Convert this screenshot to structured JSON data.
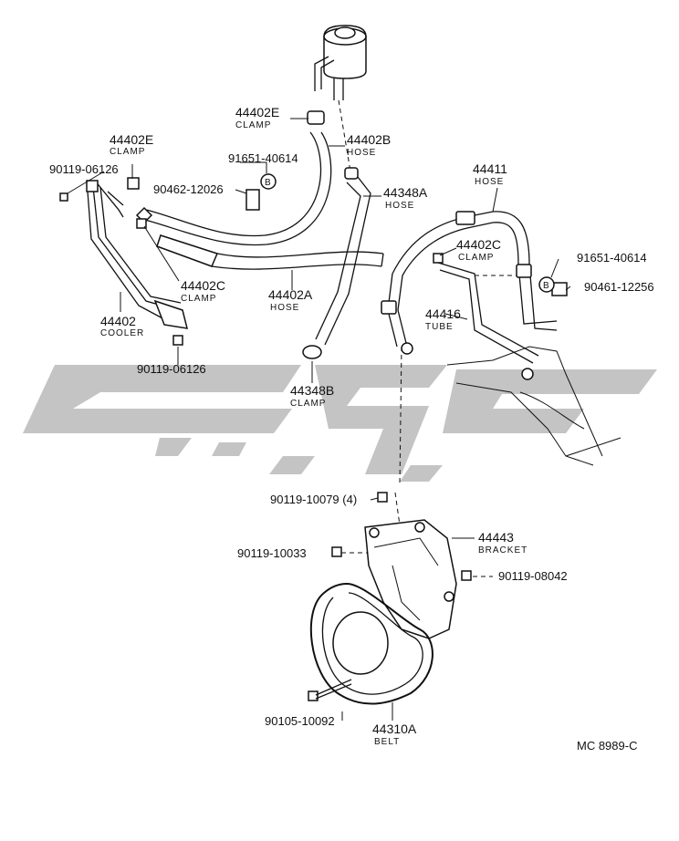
{
  "diagram": {
    "code": "MC 8989-C",
    "parts": [
      {
        "id": "p1",
        "number": "44402E",
        "name": "CLAMP"
      },
      {
        "id": "p2",
        "number": "44402B",
        "name": "HOSE"
      },
      {
        "id": "p3",
        "number": "44402E",
        "name": "CLAMP"
      },
      {
        "id": "p4",
        "number": "91651-40614",
        "name": ""
      },
      {
        "id": "p5",
        "number": "90119-06126",
        "name": ""
      },
      {
        "id": "p6",
        "number": "90462-12026",
        "name": ""
      },
      {
        "id": "p7",
        "number": "44348A",
        "name": "HOSE"
      },
      {
        "id": "p8",
        "number": "44411",
        "name": "HOSE"
      },
      {
        "id": "p9",
        "number": "44402C",
        "name": "CLAMP"
      },
      {
        "id": "p10",
        "number": "91651-40614",
        "name": ""
      },
      {
        "id": "p11",
        "number": "44402C",
        "name": "CLAMP"
      },
      {
        "id": "p12",
        "number": "44402A",
        "name": "HOSE"
      },
      {
        "id": "p13",
        "number": "90461-12256",
        "name": ""
      },
      {
        "id": "p14",
        "number": "44402",
        "name": "COOLER"
      },
      {
        "id": "p15",
        "number": "44416",
        "name": "TUBE"
      },
      {
        "id": "p16",
        "number": "90119-06126",
        "name": ""
      },
      {
        "id": "p17",
        "number": "44348B",
        "name": "CLAMP"
      },
      {
        "id": "p18",
        "number": "90119-10079 (4)",
        "name": ""
      },
      {
        "id": "p19",
        "number": "44443",
        "name": "BRACKET"
      },
      {
        "id": "p20",
        "number": "90119-10033",
        "name": ""
      },
      {
        "id": "p21",
        "number": "90119-08042",
        "name": ""
      },
      {
        "id": "p22",
        "number": "90105-10092",
        "name": ""
      },
      {
        "id": "p23",
        "number": "44310A",
        "name": "BELT"
      }
    ],
    "callout_letter": "B"
  }
}
